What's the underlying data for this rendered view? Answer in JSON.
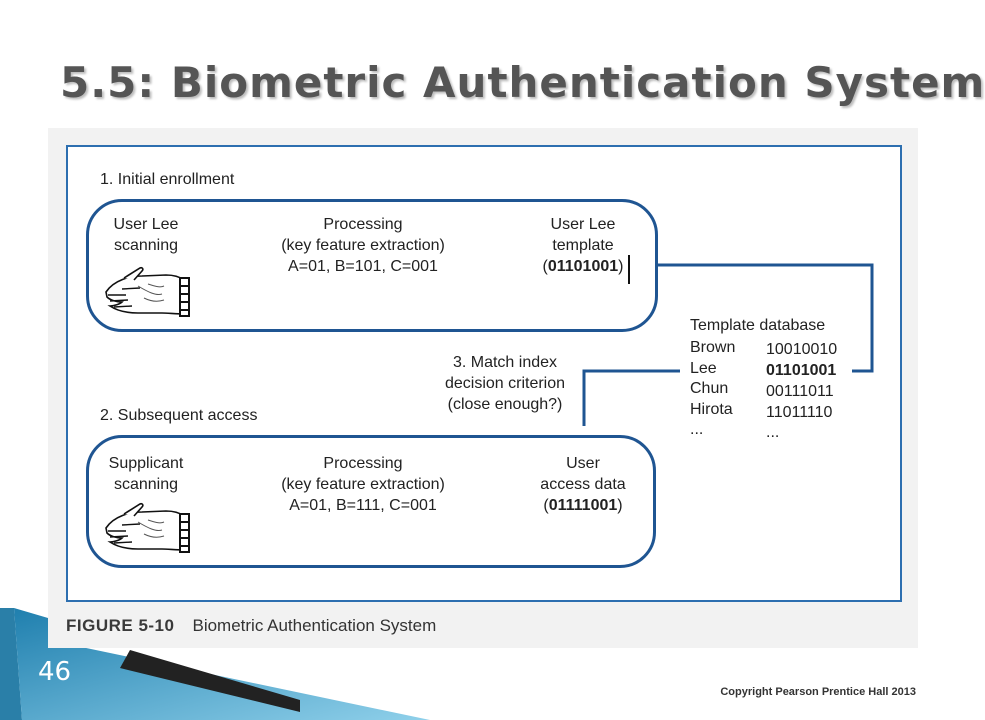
{
  "slide": {
    "title": "5.5: Biometric Authentication System",
    "number": "46",
    "copyright": "Copyright Pearson Prentice Hall 2013"
  },
  "figure": {
    "caption_label": "FIGURE 5-10",
    "caption_text": "Biometric Authentication System"
  },
  "enrollment": {
    "heading": "1. Initial enrollment",
    "user_line1": "User Lee",
    "user_line2": "scanning",
    "processing_line1": "Processing",
    "processing_line2": "(key feature extraction)",
    "processing_line3": "A=01, B=101, C=001",
    "template_line1": "User Lee",
    "template_line2": "template",
    "template_open": "(",
    "template_value": "01101001",
    "template_close": ")"
  },
  "access": {
    "heading": "2. Subsequent access",
    "user_line1": "Supplicant",
    "user_line2": "scanning",
    "processing_line1": "Processing",
    "processing_line2": "(key feature extraction)",
    "processing_line3": "A=01, B=111, C=001",
    "data_line1": "User",
    "data_line2": "access data",
    "data_open": "(",
    "data_value": "01111001",
    "data_close": ")"
  },
  "match": {
    "line1": "3. Match index",
    "line2": "decision criterion",
    "line3": "(close enough?)"
  },
  "database": {
    "heading": "Template database",
    "rows": [
      {
        "name": "Brown",
        "code": "10010010",
        "bold": false
      },
      {
        "name": "Lee",
        "code": "01101001",
        "bold": true
      },
      {
        "name": "Chun",
        "code": "00111011",
        "bold": false
      },
      {
        "name": "Hirota",
        "code": "11011110",
        "bold": false
      },
      {
        "name": "...",
        "code": "...",
        "bold": false
      }
    ]
  },
  "colors": {
    "box_border": "#1f5592",
    "frame_border": "#2d6fb0",
    "accent_teal": "#3aa0c8"
  },
  "icons": {
    "hand": "hand-icon"
  }
}
